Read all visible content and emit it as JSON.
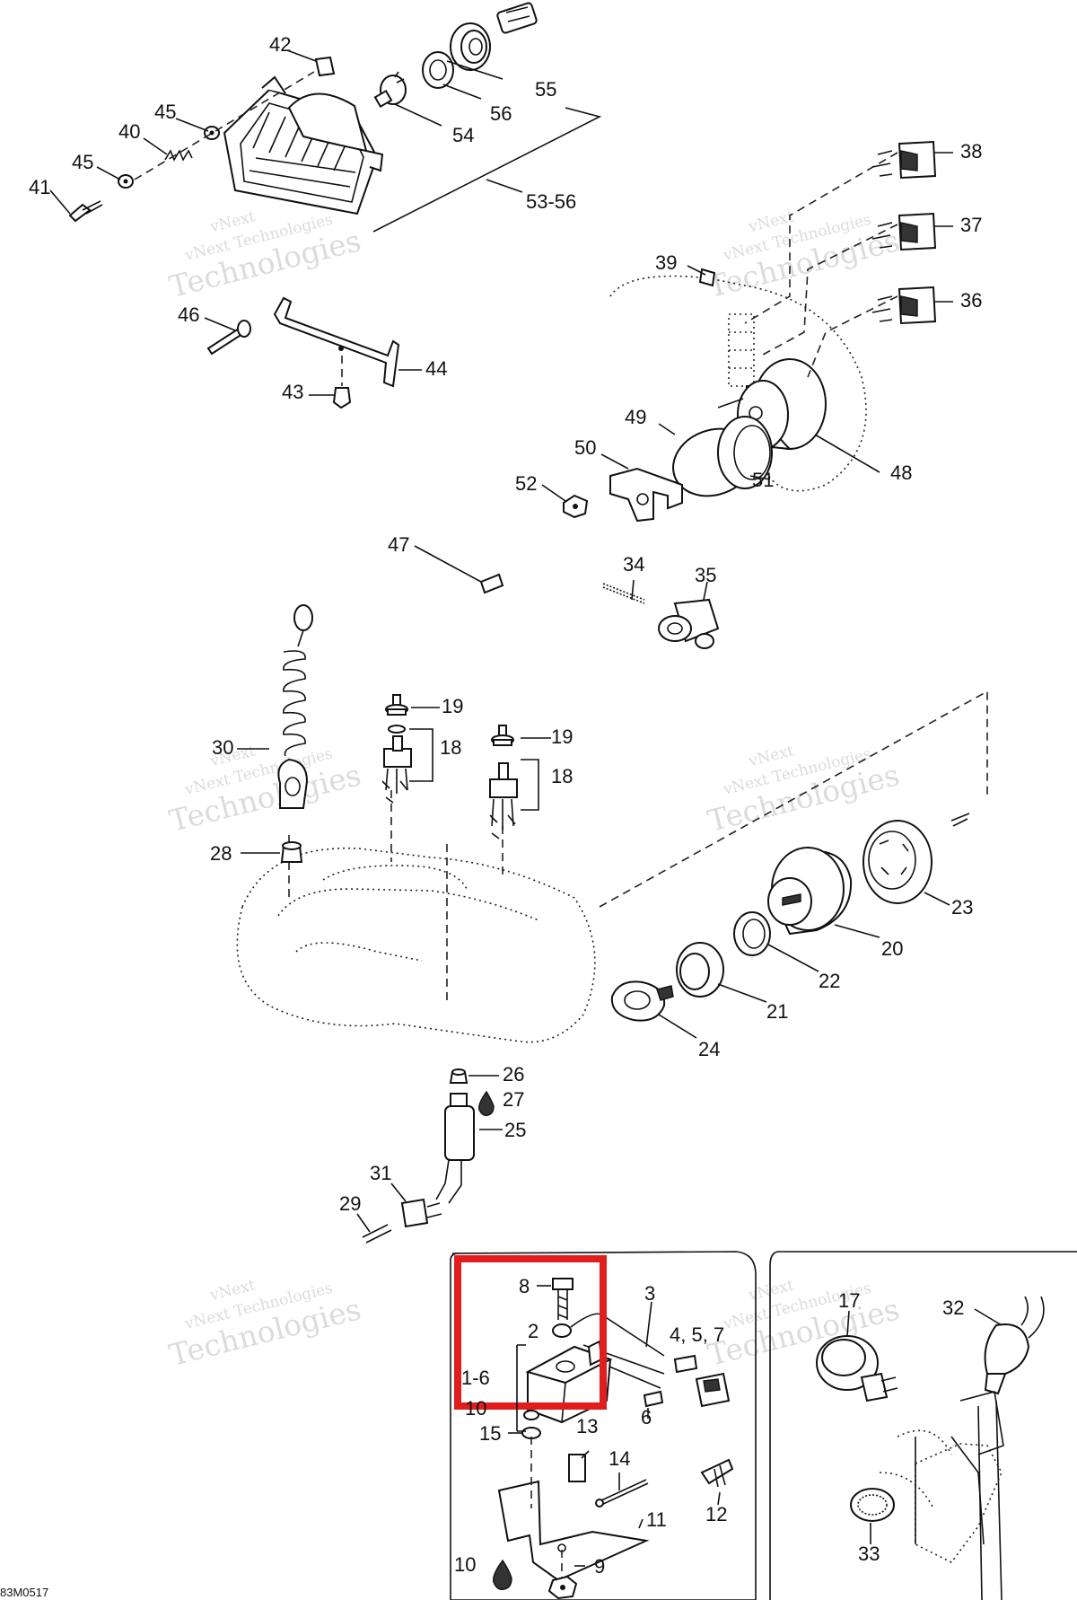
{
  "figure_code": "83M0517",
  "watermark": {
    "line1": "vNext",
    "line2": "vNext Technologies",
    "line3": "Technologies"
  },
  "callouts": {
    "c1_6": "1-6",
    "c2": "2",
    "c3": "3",
    "c4_5_7": "4, 5, 7",
    "c6": "6",
    "c8": "8",
    "c9": "9",
    "c10": "10",
    "c10b": "10",
    "c11": "11",
    "c12": "12",
    "c13": "13",
    "c14": "14",
    "c15": "15",
    "c17": "17",
    "c18a": "18",
    "c18b": "18",
    "c19a": "19",
    "c19b": "19",
    "c20": "20",
    "c21": "21",
    "c22": "22",
    "c23": "23",
    "c24": "24",
    "c25": "25",
    "c26": "26",
    "c27": "27",
    "c28": "28",
    "c29": "29",
    "c30": "30",
    "c31": "31",
    "c32": "32",
    "c33": "33",
    "c34": "34",
    "c35": "35",
    "c36": "36",
    "c37": "37",
    "c38": "38",
    "c39": "39",
    "c40": "40",
    "c41": "41",
    "c42": "42",
    "c43": "43",
    "c44": "44",
    "c45a": "45",
    "c45b": "45",
    "c46": "46",
    "c47": "47",
    "c48": "48",
    "c49": "49",
    "c50": "50",
    "c51": "51",
    "c52": "52",
    "c53_56": "53-56",
    "c54": "54",
    "c55": "55",
    "c56": "56"
  },
  "icons": {
    "drop": "drop-icon",
    "highlight_color": "#e11d1d"
  }
}
